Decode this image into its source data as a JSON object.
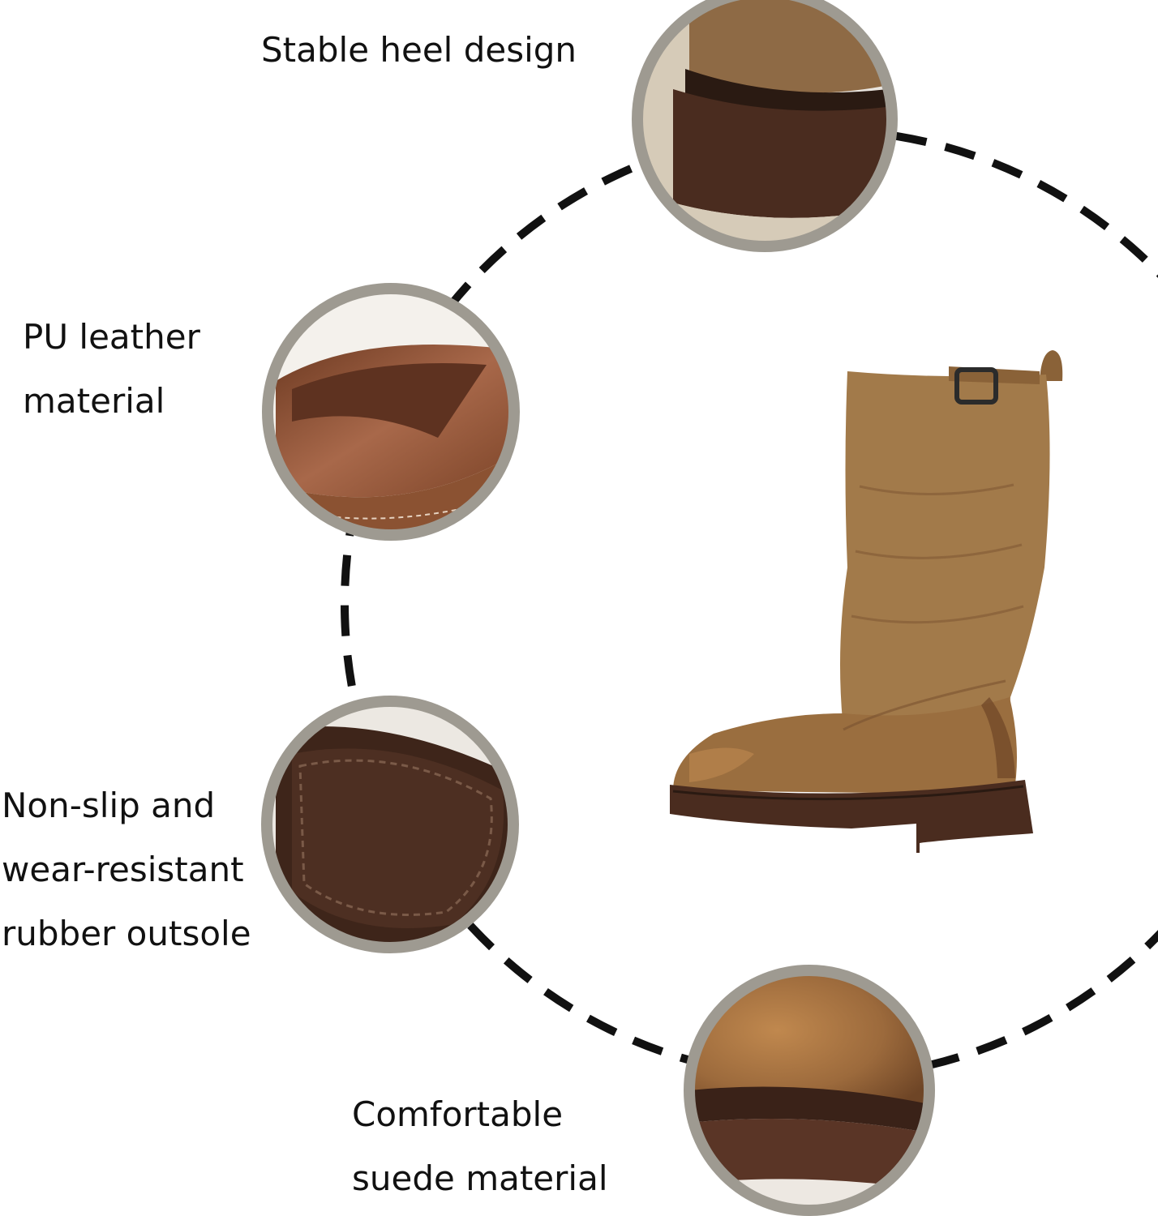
{
  "features": [
    {
      "id": "heel",
      "lines": [
        "Stable heel design"
      ]
    },
    {
      "id": "leather",
      "lines": [
        "PU leather",
        "material"
      ]
    },
    {
      "id": "outsole",
      "lines": [
        "Non-slip and",
        "wear-resistant",
        "rubber outsole"
      ]
    },
    {
      "id": "suede",
      "lines": [
        "Comfortable",
        "suede material"
      ]
    }
  ],
  "colors": {
    "ring": "#9e9a91",
    "suede": "#a27a4a",
    "suede_dark": "#7a5230",
    "sole": "#4a2c1f",
    "leather": "#9a5b3c",
    "dash": "#111111"
  }
}
